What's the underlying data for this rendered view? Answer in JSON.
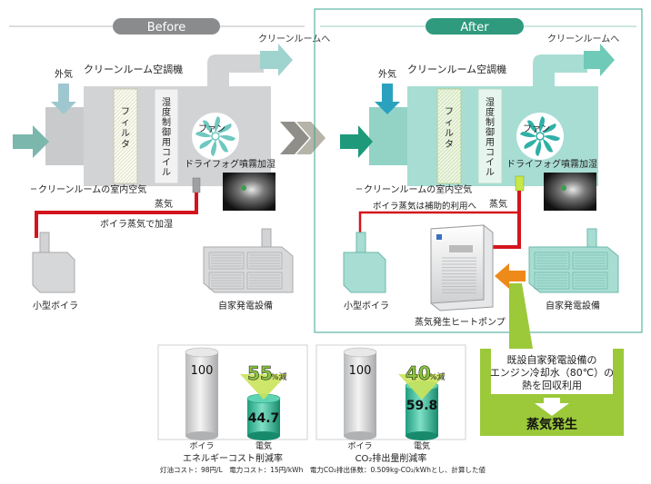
{
  "before": {
    "pill": "Before",
    "to_cleanroom": "クリーンルームへ",
    "outside_air": "外気",
    "ahu_title": "クリーンルーム空調機",
    "filter": "フィルタ",
    "coil": "湿度制御用コイル",
    "fan": "ファン",
    "dry_fog": "ドライフォグ噴霧加湿",
    "room_air": "クリーンルームの室内空気",
    "steam": "蒸気",
    "boiler_steam": "ボイラ蒸気で加湿",
    "small_boiler": "小型ボイラ",
    "generator": "自家発電設備"
  },
  "after": {
    "pill": "After",
    "to_cleanroom": "クリーンルームへ",
    "outside_air": "外気",
    "ahu_title": "クリーンルーム空調機",
    "filter": "フィルタ",
    "coil": "湿度制御用コイル",
    "fan": "ファン",
    "dry_fog": "ドライフォグ噴霧加湿",
    "room_air": "クリーンルームの室内空気",
    "steam": "蒸気",
    "boiler_aux": "ボイラ蒸気は補助的利用へ",
    "small_boiler": "小型ボイラ",
    "heat_pump": "蒸気発生ヒートポンプ",
    "generator": "自家発電設備"
  },
  "callout": {
    "lines": [
      "既設自家発電設備の",
      "エンジン冷却水（80℃）の",
      "熱を回収利用"
    ],
    "result": "蒸気発生"
  },
  "chart_data": [
    {
      "type": "bar",
      "title": "エネルギーコスト削減率",
      "categories": [
        "ボイラ",
        "電気"
      ],
      "values": [
        100,
        44.7
      ],
      "reduction_label": "55",
      "reduction_unit": "%減"
    },
    {
      "type": "bar",
      "title": "CO₂排出量削減率",
      "categories": [
        "ボイラ",
        "電気"
      ],
      "values": [
        100,
        59.8
      ],
      "reduction_label": "40",
      "reduction_unit": "%減"
    }
  ],
  "footnote": "灯油コスト：98円/L　電力コスト：15円/kWh　電力CO₂排出係数：0.509kg-CO₂/kWhとし、計算した値",
  "colors": {
    "before_body": "#d2d3d5",
    "after_body": "#a8ddd3",
    "after_border": "#3aa78f",
    "after_pill": "#2f9a7d",
    "steam_line": "#d4141c",
    "callout": "#9bc93a",
    "orange_arrow": "#ee8a1a",
    "reduction_text": "#8cc63f"
  }
}
